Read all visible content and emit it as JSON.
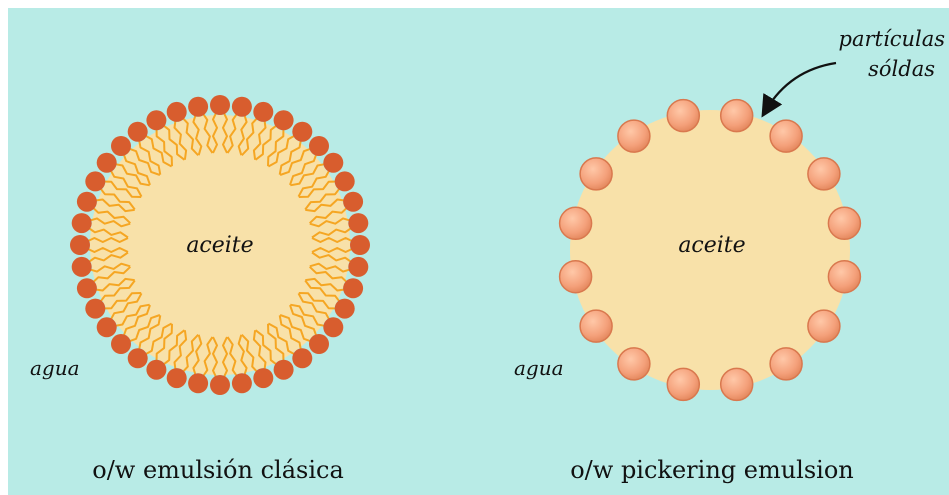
{
  "left_figure": {
    "center_label": "aceite",
    "medium_label": "agua",
    "caption": "o/w emulsión clásica"
  },
  "right_figure": {
    "center_label": "aceite",
    "medium_label": "agua",
    "caption": "o/w pickering emulsion",
    "annotation_line1": "partículas",
    "annotation_line2": "sóldas"
  },
  "colors": {
    "background": "#b8ebe6",
    "oil": "#f8e1a9",
    "surfactant_head": "#d85d2e",
    "surfactant_tail": "#f5a623",
    "particle": "#f4a07a",
    "particle_edge": "#d9784e"
  }
}
